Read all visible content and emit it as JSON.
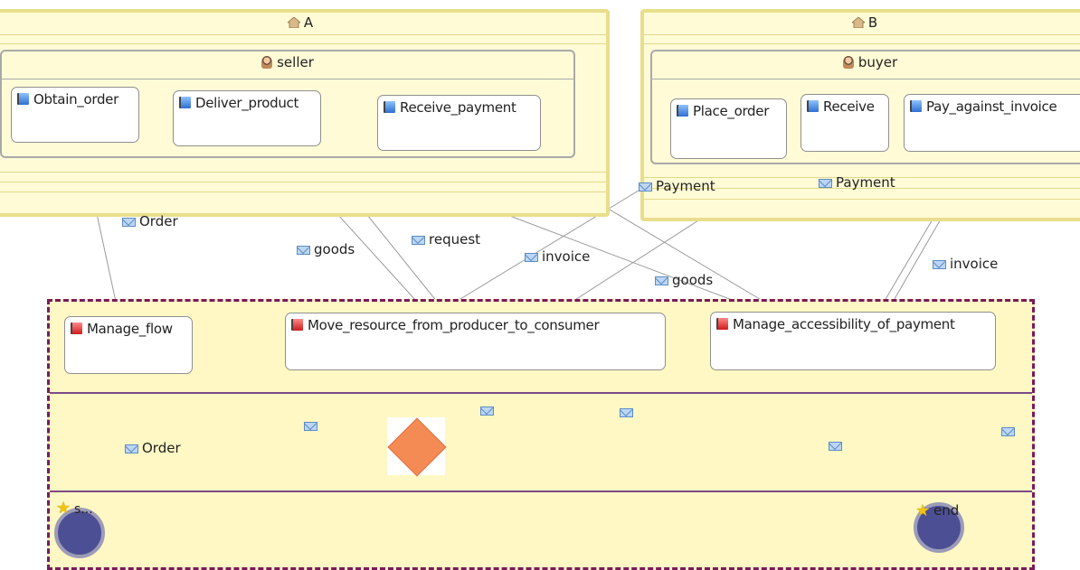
{
  "partners": {
    "a": {
      "name": "A",
      "role": "seller",
      "tasks": [
        "Obtain_order",
        "Deliver_product",
        "Receive_payment"
      ]
    },
    "b": {
      "name": "B",
      "role": "buyer",
      "tasks": [
        "Place_order",
        "Receive",
        "Pay_against_invoice"
      ]
    }
  },
  "process": {
    "tasks": [
      "Manage_flow",
      "Move_resource_from_producer_to_consumer",
      "Manage_accessibility_of_payment"
    ],
    "start_event": "s...",
    "end_event": "end"
  },
  "messages": {
    "order_top": "Order",
    "goods_1": "goods",
    "request": "request",
    "invoice_1": "invoice",
    "payment_1": "Payment",
    "payment_2": "Payment",
    "goods_2": "goods",
    "invoice_2": "invoice",
    "order_bottom": "Order"
  },
  "colors": {
    "partner_fill": "#fffbd6",
    "partner_border": "#e8de8c",
    "process_border": "#7a1a5c",
    "gateway": "#f48b55",
    "event": "#4d4f95",
    "connector": "#9a9a9a"
  }
}
